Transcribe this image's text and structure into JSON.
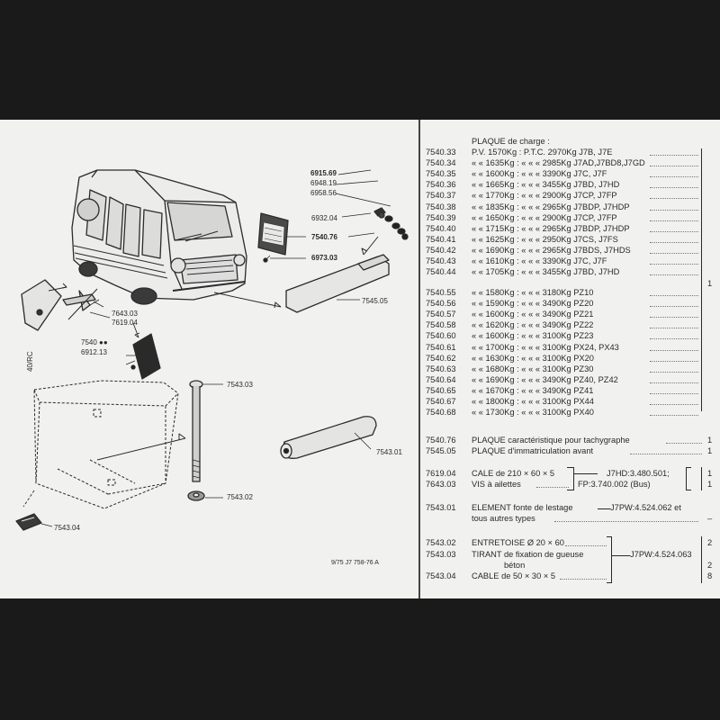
{
  "diagram": {
    "labels": {
      "p6915_69": "6915.69",
      "p6948_19": "6948.19",
      "p6958_56": "6958.56",
      "p6932_04": "6932.04",
      "p7540_76": "7540.76",
      "p6973_03": "6973.03",
      "p7545_05": "7545.05",
      "p7643_03": "7643.03",
      "p7619_04": "7619.04",
      "p7540": "7540 ●●",
      "p6912_13": "6912.13",
      "p7543_03": "7543.03",
      "p7543_01": "7543.01",
      "p7543_02": "7543.02",
      "p7543_04": "7543.04",
      "side_note": "40/RC",
      "sign_text": "PLAQUE",
      "footer_code": "9/75  J7 758-76 A"
    }
  },
  "catalog": {
    "section_title": "PLAQUE de charge :",
    "charge_rows_a": [
      {
        "ref": "7540.33",
        "desc": "P.V. 1570Kg : P.T.C. 2970Kg J7B, J7E"
      },
      {
        "ref": "7540.34",
        "desc": "«  «  1635Kg : «  «  «  2985Kg J7AD,J7BD8,J7GD"
      },
      {
        "ref": "7540.35",
        "desc": "«  «  1600Kg : «  «  «  3390Kg J7C, J7F"
      },
      {
        "ref": "7540.36",
        "desc": "«  «  1665Kg : «  «  «  3455Kg J7BD, J7HD"
      },
      {
        "ref": "7540.37",
        "desc": "«  «  1770Kg : «  «  «  2900Kg J7CP, J7FP"
      },
      {
        "ref": "7540.38",
        "desc": "«  «  1835Kg : «  «  «  2965Kg J7BDP, J7HDP"
      },
      {
        "ref": "7540.39",
        "desc": "«  «  1650Kg : «  «  «  2900Kg J7CP, J7FP"
      },
      {
        "ref": "7540.40",
        "desc": "«  «  1715Kg : «  «  «  2965Kg J7BDP, J7HDP"
      },
      {
        "ref": "7540.41",
        "desc": "«  «  1625Kg : «  «  «  2950Kg J7CS, J7FS"
      },
      {
        "ref": "7540.42",
        "desc": "«  «  1690Kg : «  «  «  2965Kg J7BDS, J7HDS"
      },
      {
        "ref": "7540.43",
        "desc": "«  «  1610Kg : «  «  «  3390Kg J7C, J7F"
      },
      {
        "ref": "7540.44",
        "desc": "«  «  1705Kg : «  «  «  3455Kg J7BD, J7HD"
      }
    ],
    "charge_rows_b": [
      {
        "ref": "7540.55",
        "desc": "«  «  1580Kg : «  «  «  3180Kg PZ10"
      },
      {
        "ref": "7540.56",
        "desc": "«  «  1590Kg : «  «  «  3490Kg PZ20"
      },
      {
        "ref": "7540.57",
        "desc": "«  «  1600Kg : «  «  «  3490Kg PZ21"
      },
      {
        "ref": "7540.58",
        "desc": "«  «  1620Kg : «  «  «  3490Kg PZ22"
      },
      {
        "ref": "7540.60",
        "desc": "«  «  1600Kg : «  «  «  3100Kg PZ23"
      },
      {
        "ref": "7540.61",
        "desc": "«  «  1700Kg : «  «  «  3100Kg PX24, PX43"
      },
      {
        "ref": "7540.62",
        "desc": "«  «  1630Kg : «  «  «  3100Kg PX20"
      },
      {
        "ref": "7540.63",
        "desc": "«  «  1680Kg : «  «  «  3100Kg PZ30"
      },
      {
        "ref": "7540.64",
        "desc": "«  «  1690Kg : «  «  «  3490Kg PZ40, PZ42"
      },
      {
        "ref": "7540.65",
        "desc": "«  «  1670Kg : «  «  «  3490Kg PZ41"
      },
      {
        "ref": "7540.67",
        "desc": "«  «  1800Kg : «  «  «  3100Kg PX44"
      },
      {
        "ref": "7540.68",
        "desc": "«  «  1730Kg : «  «  «  3100Kg PX40"
      }
    ],
    "charge_qty": "1",
    "tacho": {
      "ref": "7540.76",
      "desc": "PLAQUE caractéristique pour tachygraphe",
      "qty": "1"
    },
    "immat": {
      "ref": "7545.05",
      "desc": "PLAQUE d'immatriculation avant",
      "qty": "1"
    },
    "cale": {
      "ref": "7619.04",
      "desc": "CALE de 210 × 60 × 5",
      "note": "J7HD:3.480.501;",
      "qty": "1"
    },
    "vis": {
      "ref": "7643.03",
      "desc": "VIS à ailettes",
      "note": "FP:3.740.002 (Bus)",
      "qty": "1"
    },
    "element": {
      "ref": "7543.01",
      "desc": "ELEMENT fonte de lestage",
      "note": "J7PW:4.524.062 et",
      "desc2": "tous autres types",
      "qty": "–"
    },
    "entretoise": {
      "ref": "7543.02",
      "desc": "ENTRETOISE  Ø 20 × 60",
      "qty": "2"
    },
    "tirant": {
      "ref": "7543.03",
      "desc": "TIRANT de fixation de gueuse",
      "desc2": "béton",
      "qty": "2"
    },
    "cable": {
      "ref": "7543.04",
      "desc": "CABLE de 50 × 30 × 5",
      "qty": "8"
    },
    "group_note": "J7PW:4.524.063"
  }
}
